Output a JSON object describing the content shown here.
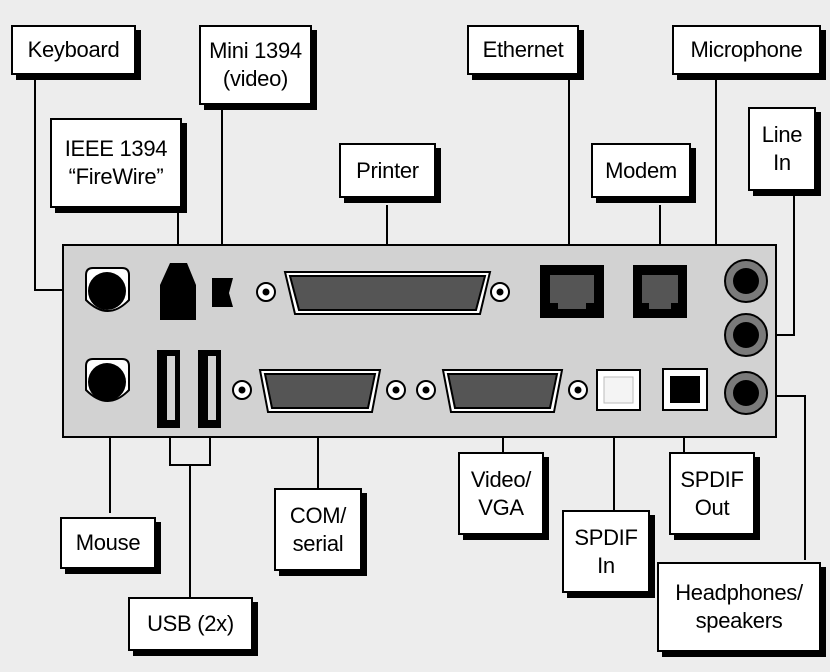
{
  "colors": {
    "background": "#ededed",
    "panel": "#d2d2d2",
    "connector_dark": "#000000",
    "connector_fill": "#555555",
    "jack_ring": "#7a7a7a",
    "spdif_in_fill": "#ffffff"
  },
  "labels": {
    "keyboard": [
      "Keyboard"
    ],
    "mini1394": [
      "Mini 1394",
      "(video)"
    ],
    "ethernet": [
      "Ethernet"
    ],
    "microphone": [
      "Microphone"
    ],
    "ieee1394": [
      "IEEE 1394",
      "“FireWire”"
    ],
    "printer": [
      "Printer"
    ],
    "modem": [
      "Modem"
    ],
    "linein": [
      "Line",
      "In"
    ],
    "mouse": [
      "Mouse"
    ],
    "usb": [
      "USB (2x)"
    ],
    "com": [
      "COM/",
      "serial"
    ],
    "video": [
      "Video/",
      "VGA"
    ],
    "spdif_in": [
      "SPDIF",
      "In"
    ],
    "spdif_out": [
      "SPDIF",
      "Out"
    ],
    "headphones": [
      "Headphones/",
      "speakers"
    ]
  }
}
